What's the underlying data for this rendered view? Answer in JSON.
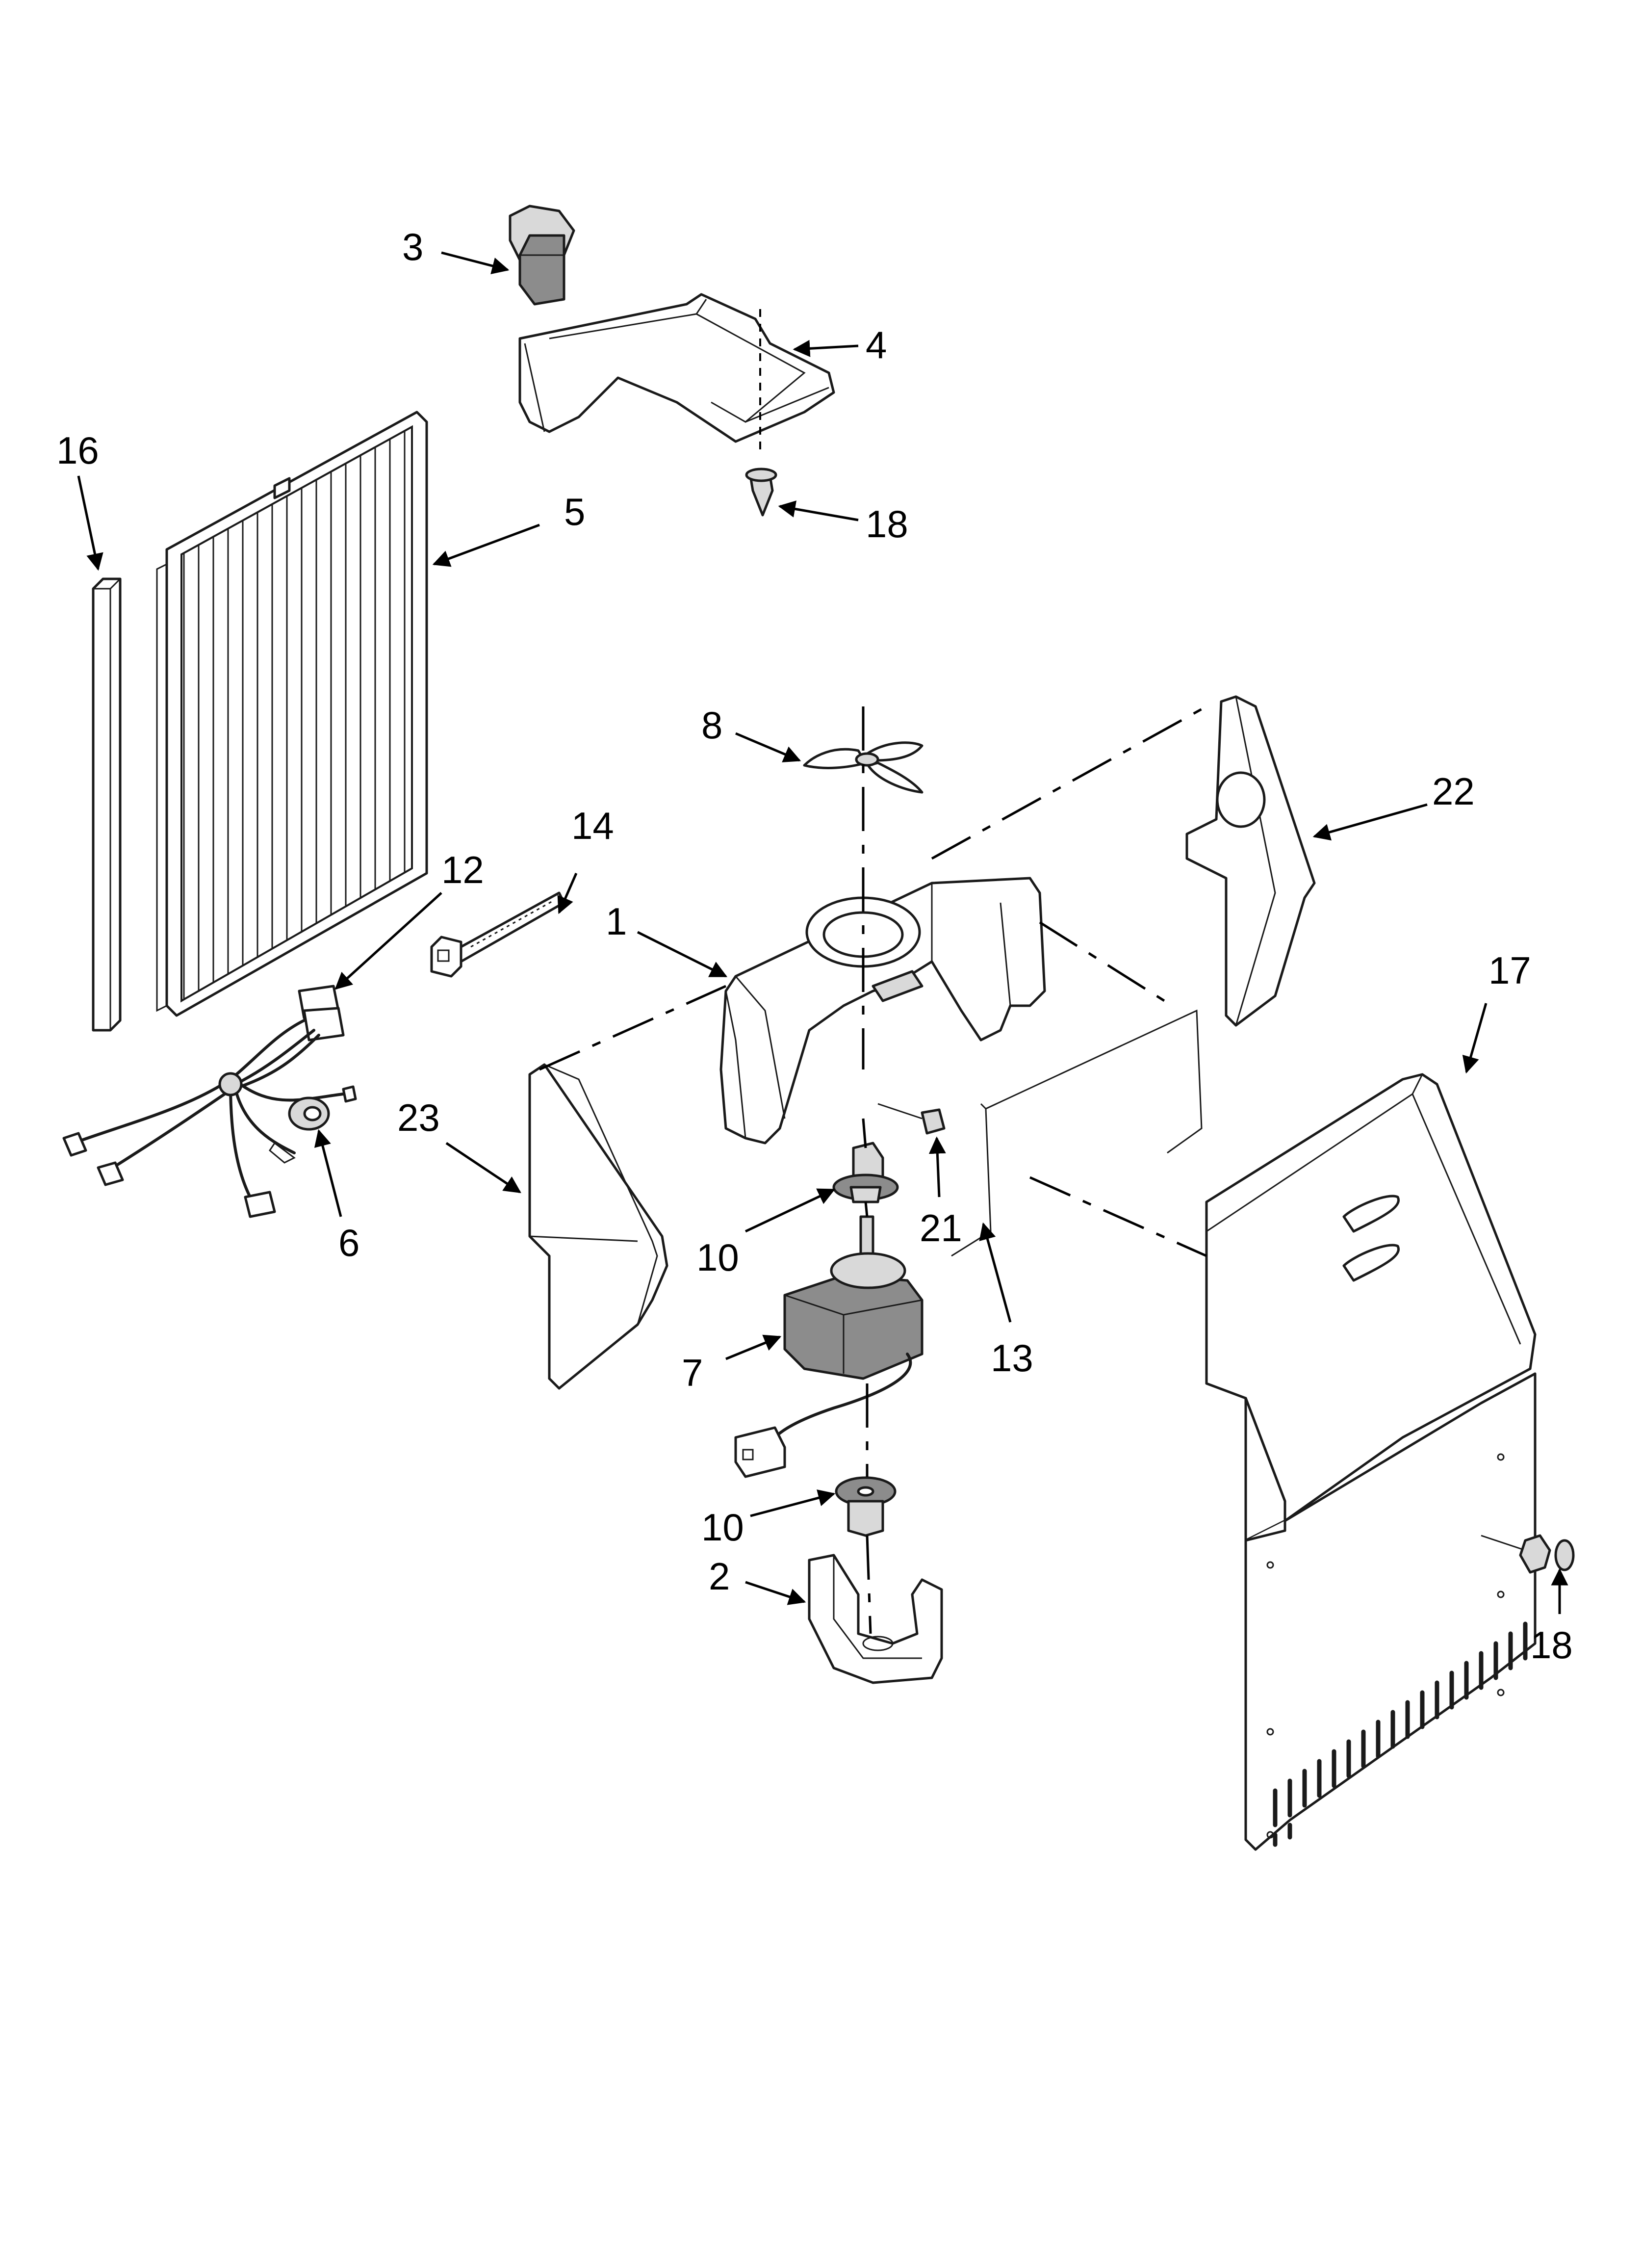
{
  "callouts": {
    "c1": "1",
    "c2": "2",
    "c3": "3",
    "c4": "4",
    "c5": "5",
    "c6": "6",
    "c7": "7",
    "c8": "8",
    "c10a": "10",
    "c10b": "10",
    "c12": "12",
    "c13": "13",
    "c14": "14",
    "c16": "16",
    "c17": "17",
    "c18a": "18",
    "c18b": "18",
    "c21": "21",
    "c22": "22",
    "c23": "23"
  }
}
